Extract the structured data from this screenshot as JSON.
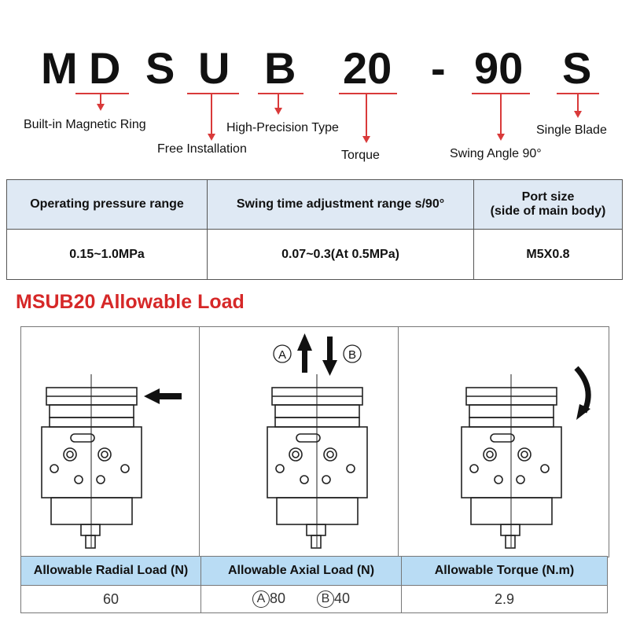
{
  "model_code": {
    "chars": [
      "M",
      "D",
      "S",
      "U",
      "B",
      "20",
      "-",
      "90",
      "S"
    ]
  },
  "annotations": {
    "magnetic_ring": "Built-in Magnetic Ring",
    "free_installation": "Free Installation",
    "high_precision": "High-Precision Type",
    "torque": "Torque",
    "swing_angle": "Swing Angle 90°",
    "single_blade": "Single Blade"
  },
  "spec_table": {
    "headers": [
      "Operating pressure range",
      "Swing time adjustment range s/90°",
      "Port size",
      "(side of main body)"
    ],
    "values": [
      "0.15~1.0MPa",
      "0.07~0.3(At 0.5MPa)",
      "M5X0.8"
    ]
  },
  "load_section": {
    "title": "MSUB20 Allowable Load",
    "axial_marks": [
      "A",
      "B"
    ]
  },
  "load_table": {
    "headers": [
      "Allowable Radial Load (N)",
      "Allowable Axial Load (N)",
      "Allowable Torque (N.m)"
    ],
    "radial_value": "60",
    "axial_a_mark": "A",
    "axial_a_value": "80",
    "axial_b_mark": "B",
    "axial_b_value": "40",
    "torque_value": "2.9"
  },
  "colors": {
    "accent_red": "#d62828",
    "header_blue": "#b9dcf4",
    "header_light": "#dfe9f4"
  }
}
